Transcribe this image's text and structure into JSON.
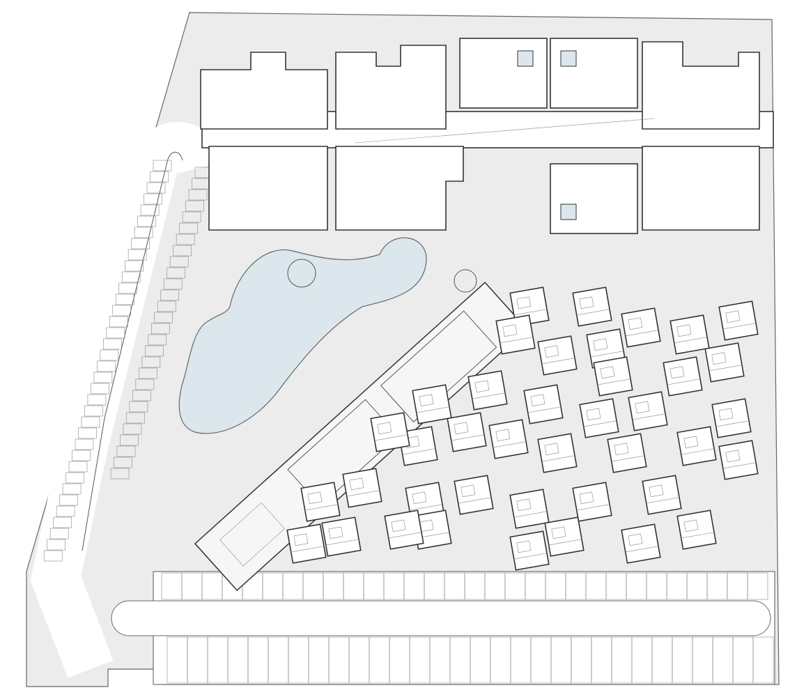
{
  "colors": {
    "ground": "#ececec",
    "paving": "#ffffff",
    "pool_water": "#dbe7ec",
    "lines": "#444444"
  },
  "site": {
    "cabin_count": 40,
    "bottom_parking_stalls_per_row": 30,
    "left_parking_stalls": 36
  }
}
